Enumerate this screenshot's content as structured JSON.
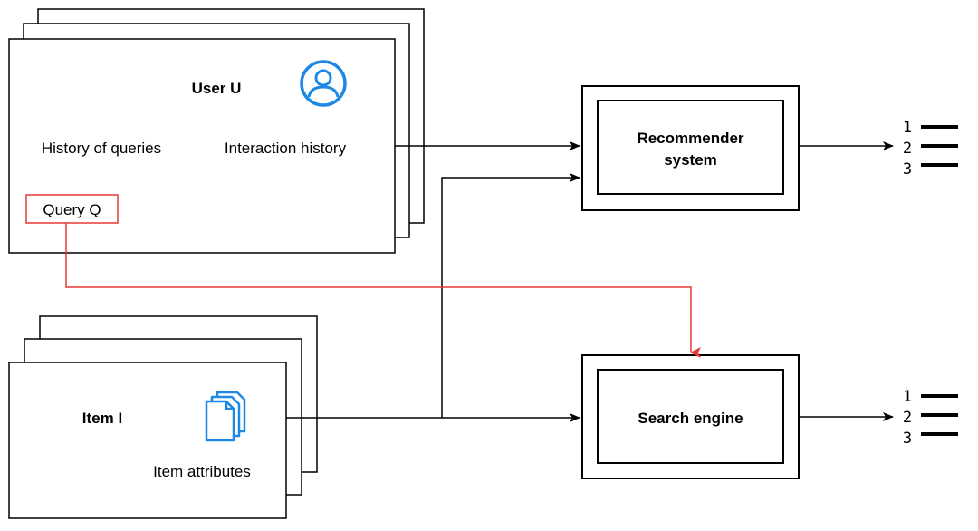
{
  "user": {
    "title": "User U",
    "history_queries": "History of queries",
    "interaction_history": "Interaction history",
    "query": "Query Q"
  },
  "item": {
    "title": "Item I",
    "attributes": "Item attributes"
  },
  "recommender": {
    "line1": "Recommender",
    "line2": "system"
  },
  "search": {
    "label": "Search engine"
  },
  "ranking_numbers": [
    "1",
    "2",
    "3"
  ],
  "colors": {
    "icon_blue": "#1E88E5",
    "query_red": "#E53935",
    "stroke": "#000000"
  },
  "icons": {
    "user": "user-avatar-icon",
    "item": "documents-icon"
  }
}
